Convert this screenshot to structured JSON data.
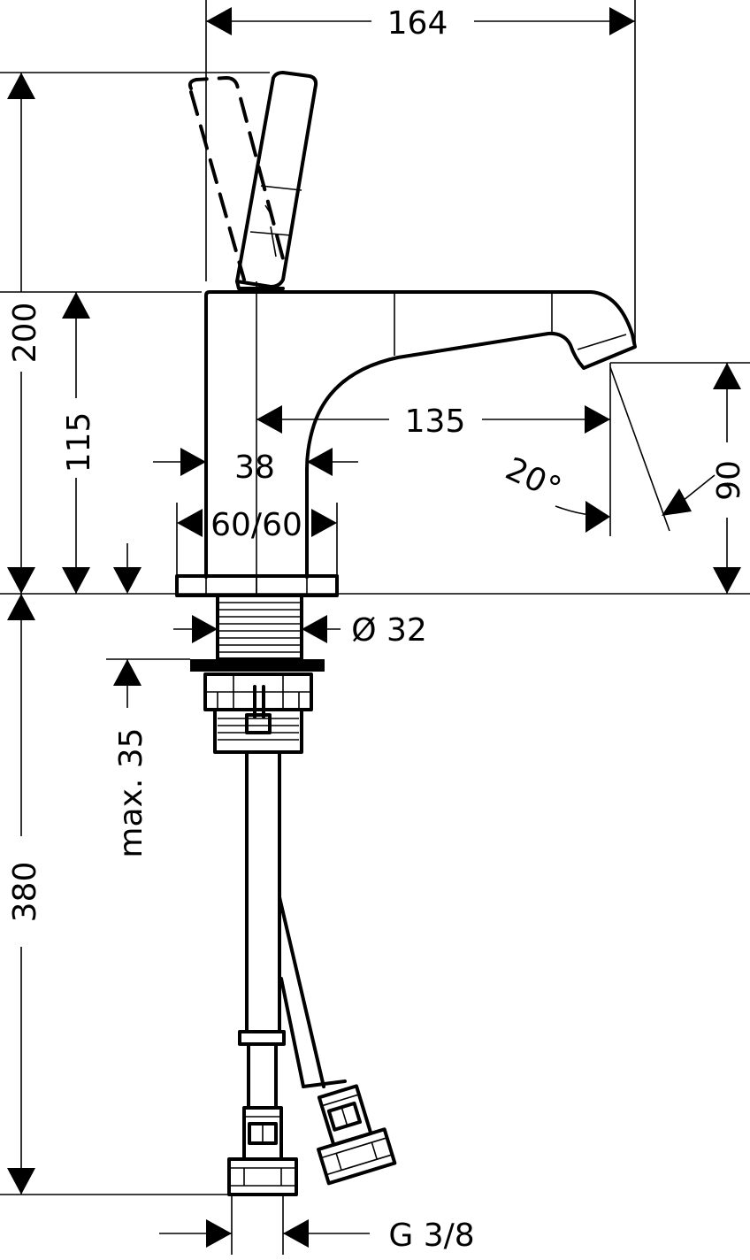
{
  "dimensions": {
    "overall_width": "164",
    "overall_height": "200",
    "spout_height": "115",
    "spout_reach": "135",
    "body_width": "38",
    "base_size": "60/60",
    "thread_diameter": "Ø 32",
    "outlet_height": "90",
    "spout_angle": "20°",
    "counter_thickness": "max. 35",
    "hose_length": "380",
    "connection_thread": "G 3/8"
  }
}
